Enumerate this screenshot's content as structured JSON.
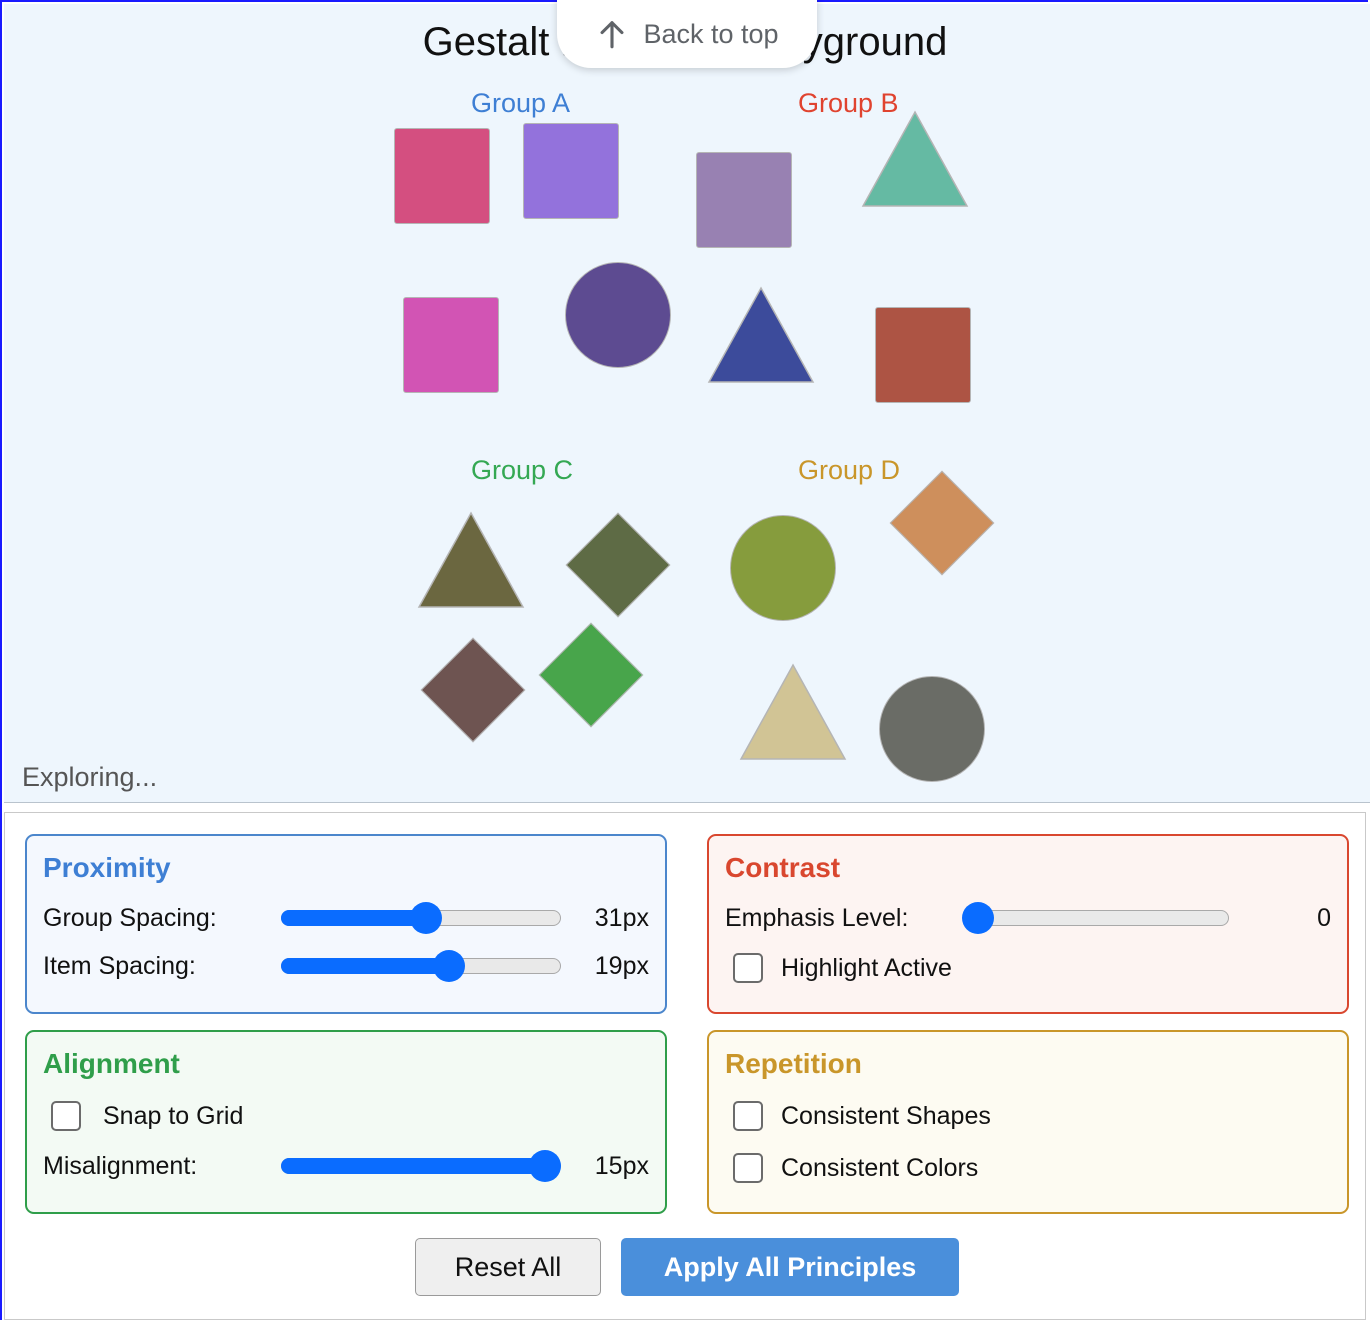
{
  "title": "Gestalt Principles Playground",
  "back_to_top": "Back to top",
  "status": "Exploring...",
  "groups": {
    "a": {
      "label": "Group A",
      "color": "#3e7fd4"
    },
    "b": {
      "label": "Group B",
      "color": "#e0432f"
    },
    "c": {
      "label": "Group C",
      "color": "#34a853"
    },
    "d": {
      "label": "Group D",
      "color": "#c9962a"
    }
  },
  "controls": {
    "proximity": {
      "title": "Proximity",
      "color": "#3e7fd4",
      "group_spacing": {
        "label": "Group Spacing:",
        "value": "31px",
        "fraction": 0.52
      },
      "item_spacing": {
        "label": "Item Spacing:",
        "value": "19px",
        "fraction": 0.6
      }
    },
    "contrast": {
      "title": "Contrast",
      "color": "#d9472f",
      "emphasis": {
        "label": "Emphasis Level:",
        "value": "0",
        "fraction": 0.0
      },
      "highlight": {
        "label": "Highlight Active",
        "checked": false
      }
    },
    "alignment": {
      "title": "Alignment",
      "color": "#2f9e4a",
      "snap": {
        "label": "Snap to Grid",
        "checked": false
      },
      "misalignment": {
        "label": "Misalignment:",
        "value": "15px",
        "fraction": 1.0
      }
    },
    "repetition": {
      "title": "Repetition",
      "color": "#c9962a",
      "shapes": {
        "label": "Consistent Shapes",
        "checked": false
      },
      "colors": {
        "label": "Consistent Colors",
        "checked": false
      }
    }
  },
  "buttons": {
    "reset": "Reset All",
    "apply": "Apply All Principles"
  }
}
